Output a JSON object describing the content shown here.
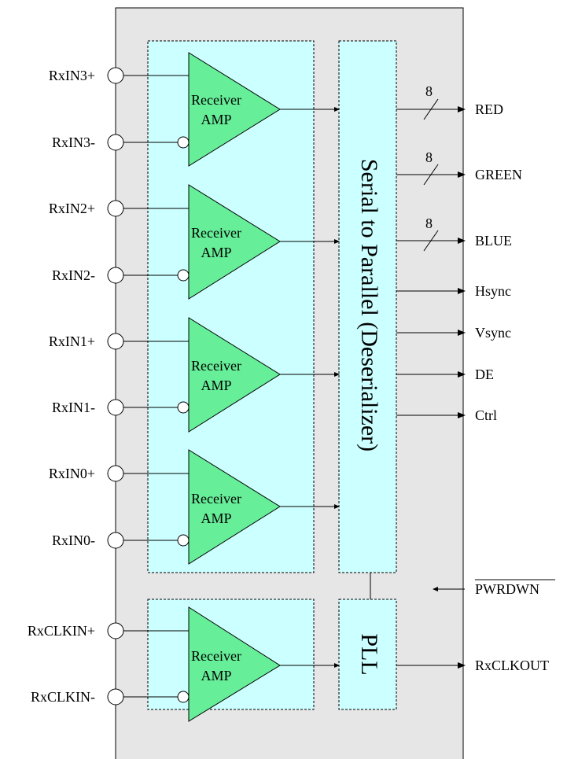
{
  "inputs": {
    "rxin3p": "RxIN3+",
    "rxin3m": "RxIN3-",
    "rxin2p": "RxIN2+",
    "rxin2m": "RxIN2-",
    "rxin1p": "RxIN1+",
    "rxin1m": "RxIN1-",
    "rxin0p": "RxIN0+",
    "rxin0m": "RxIN0-",
    "rxclkinp": "RxCLKIN+",
    "rxclkinm": "RxCLKIN-"
  },
  "amp": {
    "line1": "Receiver",
    "line2": "AMP"
  },
  "blocks": {
    "deserializer": "Serial to Parallel  (Deserializer)",
    "pll": "PLL"
  },
  "outputs": {
    "red": "RED",
    "green": "GREEN",
    "blue": "BLUE",
    "hsync": "Hsync",
    "vsync": "Vsync",
    "de": "DE",
    "ctrl": "Ctrl",
    "pwrdwn": "PWRDWN",
    "rxclkout": "RxCLKOUT"
  },
  "bus_width": "8",
  "colors": {
    "chip_bg": "#e6e6e6",
    "block_fill": "#ccffff",
    "amp_fill": "#66ee99"
  }
}
